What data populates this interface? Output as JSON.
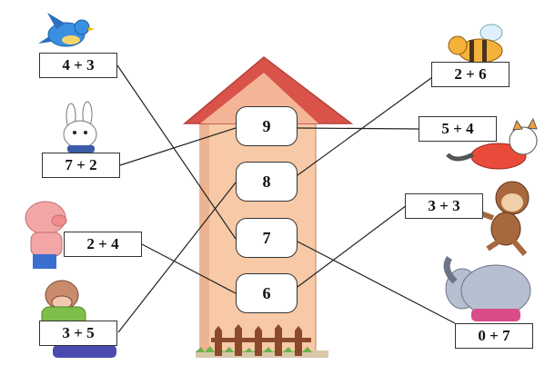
{
  "colors": {
    "roof": "#d9534a",
    "roof_shadow": "#b8403a",
    "wall": "#f7c9a6",
    "wall_edge": "#c89272",
    "fence": "#8a4a2a",
    "grass": "#6cb24a",
    "lines": "#222222"
  },
  "house_numbers": [
    "9",
    "8",
    "7",
    "6"
  ],
  "expressions": {
    "left_1": "4 + 3",
    "left_2": "7 + 2",
    "left_3": "2 + 4",
    "left_4": "3 + 5",
    "right_1": "2 + 6",
    "right_2": "5 + 4",
    "right_3": "3 + 3",
    "right_4": "0 + 7"
  },
  "animals": [
    "bird-icon",
    "rabbit-icon",
    "pig-icon",
    "cow-icon",
    "bee-icon",
    "cat-icon",
    "monkey-icon",
    "elephant-icon"
  ],
  "connections": [
    {
      "expression": "4 + 3",
      "number": "7"
    },
    {
      "expression": "7 + 2",
      "number": "9"
    },
    {
      "expression": "2 + 4",
      "number": "6"
    },
    {
      "expression": "3 + 5",
      "number": "8"
    },
    {
      "expression": "2 + 6",
      "number": "8"
    },
    {
      "expression": "5 + 4",
      "number": "9"
    },
    {
      "expression": "3 + 3",
      "number": "6"
    },
    {
      "expression": "0 + 7",
      "number": "7"
    }
  ]
}
